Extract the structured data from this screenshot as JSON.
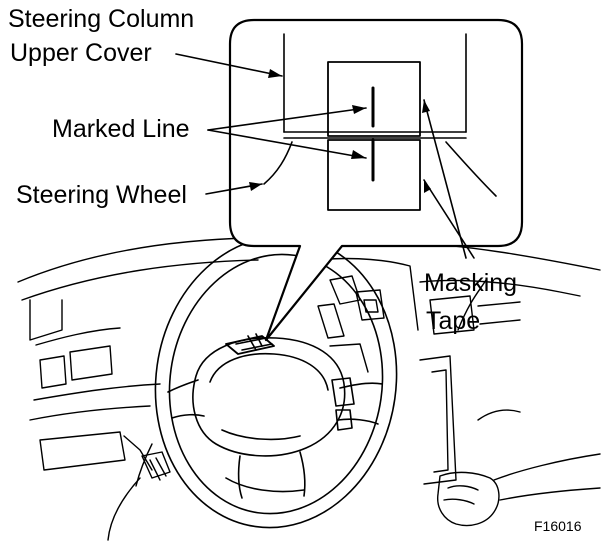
{
  "labels": {
    "steering_column_line1": "Steering Column",
    "steering_column_line2": "Upper Cover",
    "marked_line": "Marked Line",
    "steering_wheel": "Steering Wheel",
    "masking_tape_line1": "Masking",
    "masking_tape_line2": "Tape"
  },
  "figure_code": "F16016",
  "colors": {
    "ink": "#000000",
    "background": "#ffffff"
  }
}
